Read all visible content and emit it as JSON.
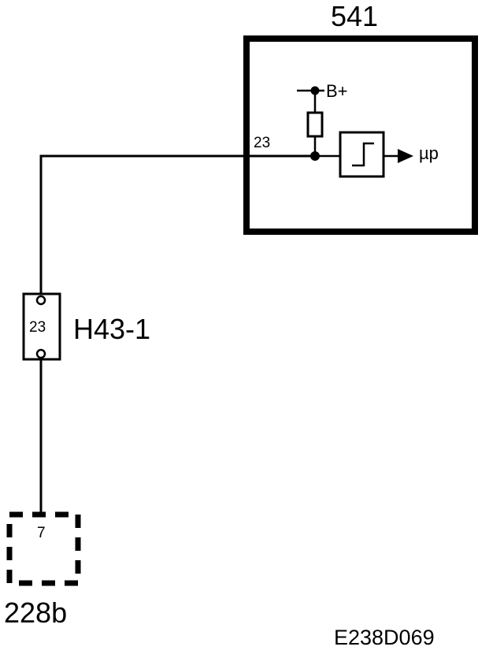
{
  "diagram": {
    "module": {
      "number": "541",
      "pin": "23",
      "supply_label": "B+",
      "output_label": "µp"
    },
    "connector": {
      "name": "H43-1",
      "pin": "23"
    },
    "ground_component": {
      "name": "228b",
      "pin": "7"
    },
    "figure_code": "E238D069"
  },
  "colors": {
    "line": "#000000",
    "background": "#ffffff"
  }
}
